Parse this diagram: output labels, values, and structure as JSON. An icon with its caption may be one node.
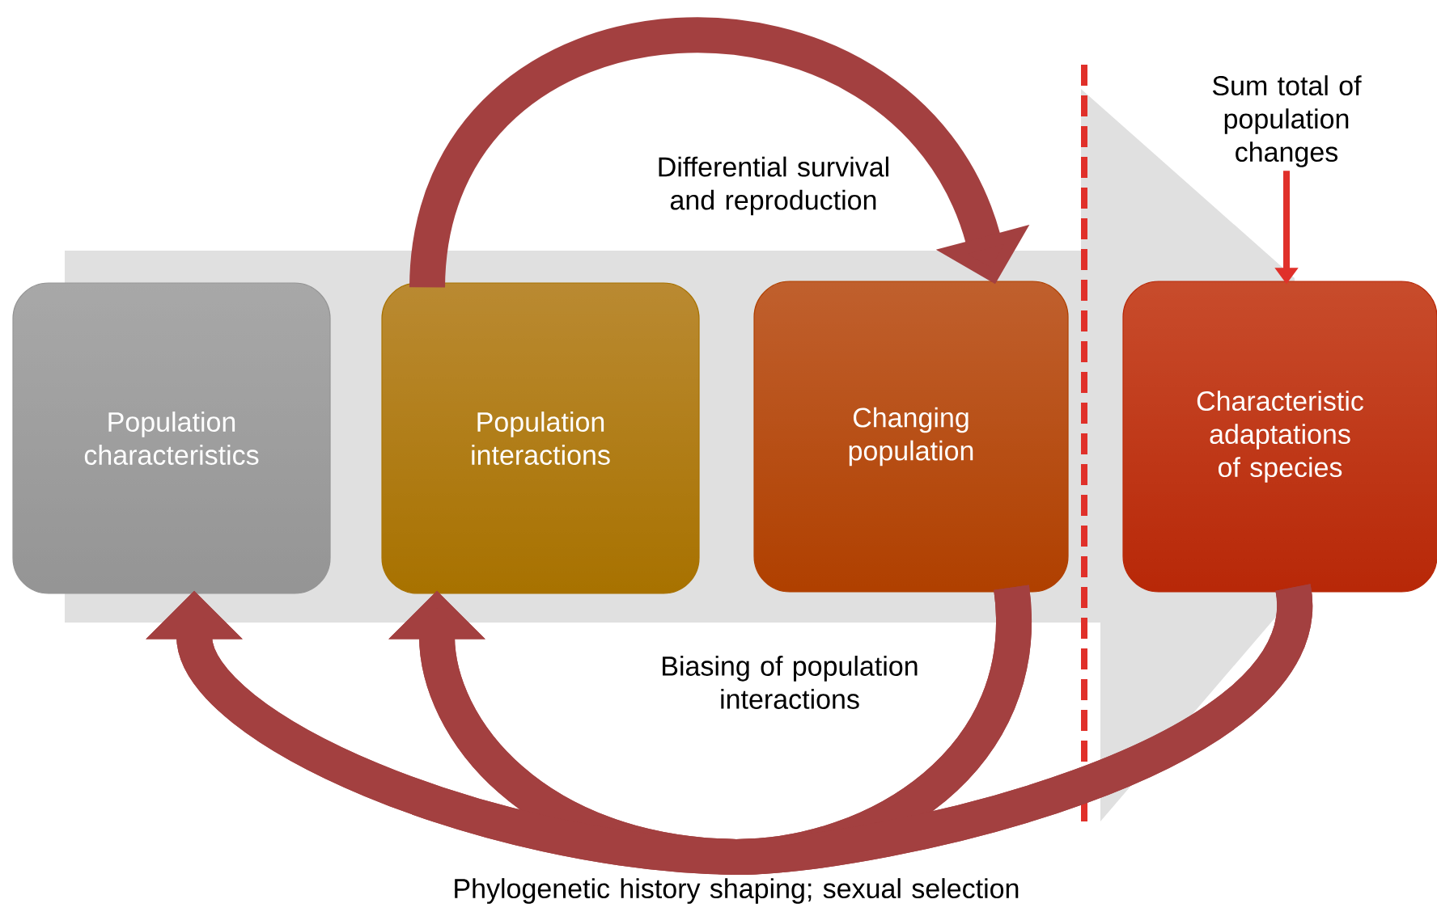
{
  "diagram": {
    "nodes": [
      {
        "text": [
          "Population characteristics"
        ]
      },
      {
        "text": [
          "Population interactions"
        ]
      },
      {
        "text": [
          "Changing population"
        ]
      },
      {
        "text": [
          "Characteristic adaptations of species"
        ]
      },
      {
        "text": [
          "Sum total of population changes"
        ]
      }
    ],
    "edges": [
      {
        "from": 1,
        "to": 2,
        "arrow": "to",
        "label": "Differential survival and reproduction"
      },
      {
        "from": 2,
        "to": 1,
        "arrow": "to"
      },
      {
        "from": 2,
        "to": 0,
        "arrow": "to"
      },
      {
        "from": 3,
        "to": 1,
        "arrow": "to"
      },
      {
        "from": 3,
        "to": 0,
        "arrow": "to"
      },
      {
        "from": 4,
        "to": 3,
        "arrow": "to",
        "color": "#e0302a"
      }
    ],
    "labels": [
      "Biasing of population interactions",
      "Phylogenetic history shaping; sexual selection"
    ]
  }
}
